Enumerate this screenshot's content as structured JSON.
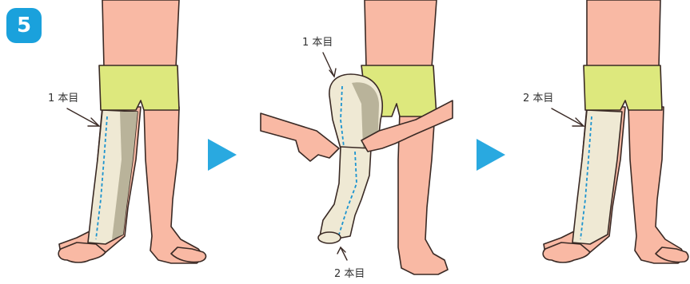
{
  "step": {
    "number": "5"
  },
  "labels": {
    "panel1_first": "1 本目",
    "panel2_first": "1 本目",
    "panel2_second": "2 本目",
    "panel3_second": "2 本目"
  },
  "icons": [
    "leg-icon",
    "bandage-icon",
    "hand-icon",
    "next-arrow-icon"
  ],
  "colors": {
    "badge": "#1aa1dc",
    "arrow": "#29a9e0",
    "skin": "#f9b9a4",
    "shorts": "#dde87d",
    "bandage": "#efe9d4",
    "bandage_shadow": "#b9b39a",
    "stitch": "#1c94cf",
    "outline": "#3a2a25"
  }
}
